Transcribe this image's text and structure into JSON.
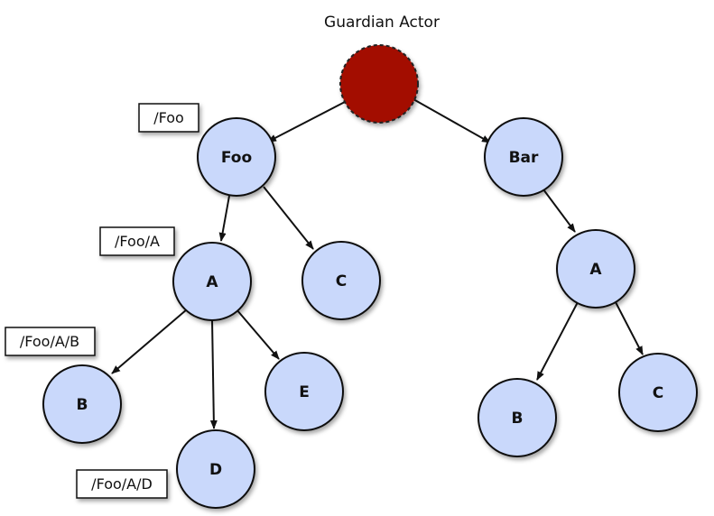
{
  "root": {
    "title": "Guardian Actor",
    "color": "#a30d05"
  },
  "node_style": {
    "fill": "#c9d8fb",
    "stroke": "#111111"
  },
  "nodes": {
    "foo": "Foo",
    "bar": "Bar",
    "foo_a": "A",
    "foo_c": "C",
    "foo_a_b": "B",
    "foo_a_d": "D",
    "foo_a_e": "E",
    "bar_a": "A",
    "bar_a_b": "B",
    "bar_a_c": "C"
  },
  "path_labels": {
    "foo": "/Foo",
    "foo_a": "/Foo/A",
    "foo_a_b": "/Foo/A/B",
    "foo_a_d": "/Foo/A/D"
  }
}
